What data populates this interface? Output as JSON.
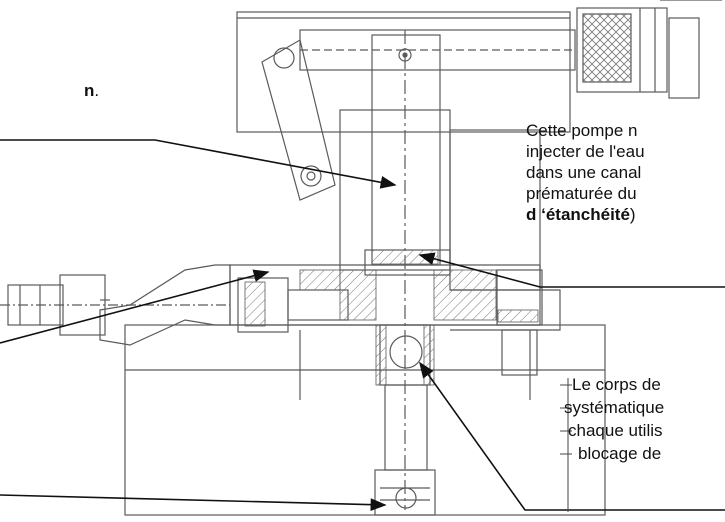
{
  "annotations": {
    "top_left_fragment": "n",
    "top_left_period": ".",
    "right_block_lines": [
      "Cette pompe n",
      "injecter de l'eau",
      "dans une canal",
      "prématurée du"
    ],
    "right_block_bold": "d ‘étanchéité",
    "right_block_paren": ")",
    "bottom_block_lines": [
      "Le corps de",
      "systématique",
      "chaque utilis",
      "blocage de"
    ]
  },
  "colors": {
    "ink": "#111111",
    "drawing": "#5a5a5a",
    "leader": "#111111",
    "background": "#ffffff"
  }
}
